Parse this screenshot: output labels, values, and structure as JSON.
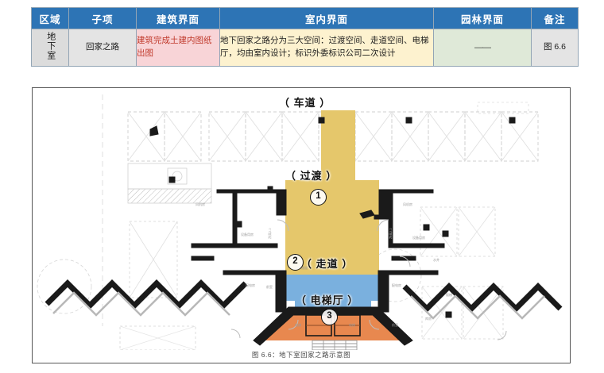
{
  "table": {
    "headers": [
      {
        "key": "area",
        "label": "区域"
      },
      {
        "key": "sub",
        "label": "子项"
      },
      {
        "key": "arch",
        "label": "建筑界面"
      },
      {
        "key": "interior",
        "label": "室内界面"
      },
      {
        "key": "garden",
        "label": "园林界面"
      },
      {
        "key": "note",
        "label": "备注"
      }
    ],
    "rows": [
      {
        "area": "地下室",
        "sub": "回家之路",
        "arch": "建筑完成土建内图纸出图",
        "interior": "地下回家之路分为三大空间：过渡空间、走道空间、电梯厅，均由室内设计；标识外委标识公司二次设计",
        "garden": "——",
        "note": "图 6.6"
      }
    ],
    "colors": {
      "header_bg": "#2d74b5",
      "header_text": "#ffffff",
      "area_bg": "#dcdcdc",
      "sub_bg": "#e4e4e4",
      "arch_bg": "#f8d4d7",
      "arch_text": "#c0392b",
      "interior_bg": "#fdf2cf",
      "garden_bg": "#dfe9d8",
      "note_bg": "#e4e4e4",
      "border": "#93a5b5"
    }
  },
  "figure": {
    "caption": "图 6.6：地下室回家之路示意图",
    "zones": [
      {
        "id": "driveway",
        "label": "（ 车道 ）",
        "badge": "",
        "color": "#e5c76b"
      },
      {
        "id": "transition",
        "label": "（ 过渡 ）",
        "badge": "①",
        "color": "#e5c76b"
      },
      {
        "id": "corridor",
        "label": "（ 走道 ）",
        "badge": "②",
        "color": "#7ab0de"
      },
      {
        "id": "lobby",
        "label": "（ 电梯厅 ）",
        "badge": "③",
        "color": "#e8884f"
      }
    ],
    "badges": {
      "one": "1",
      "two": "2",
      "three": "3"
    },
    "colors": {
      "yellow": "#e5c76b",
      "blue": "#7ab0de",
      "orange": "#e8884f",
      "wall": "#1a1a1a",
      "faint": "#c9c9c9",
      "frame": "#565656"
    }
  }
}
